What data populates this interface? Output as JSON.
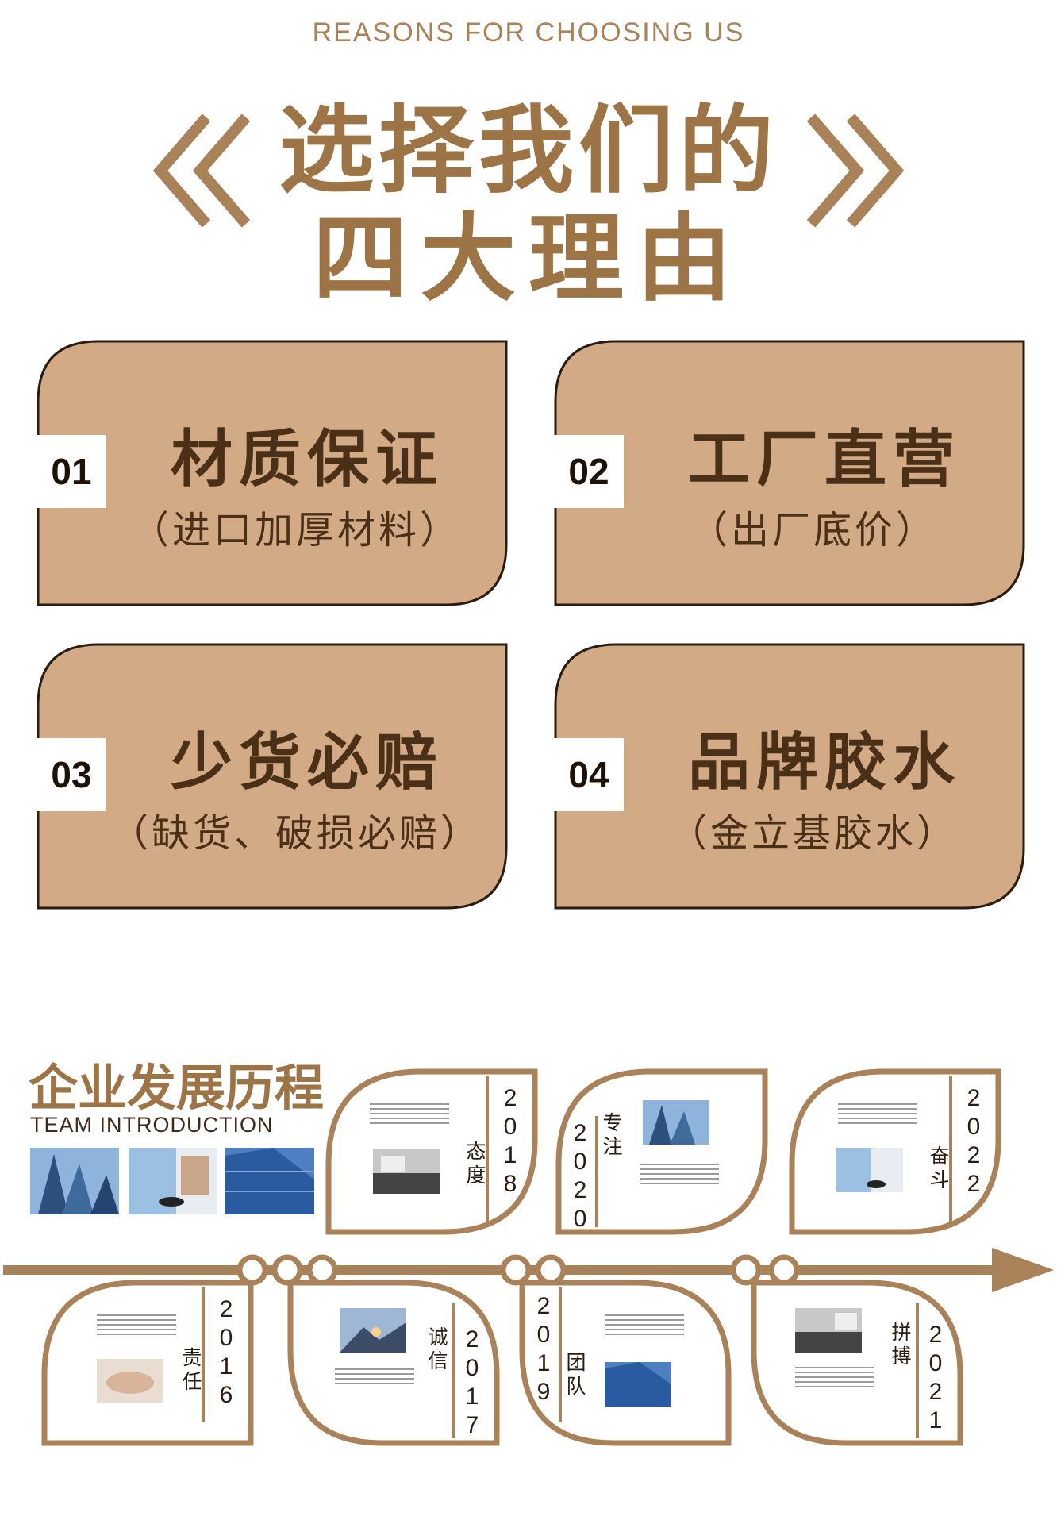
{
  "header": {
    "subtitle_en": "REASONS FOR CHOOSING US",
    "title_line1": "选择我们的",
    "title_line2": "四大理由"
  },
  "reasons": [
    {
      "num": "01",
      "title": "材质保证",
      "subtitle": "（进口加厚材料）"
    },
    {
      "num": "02",
      "title": "工厂直营",
      "subtitle": "（出厂底价）"
    },
    {
      "num": "03",
      "title": "少货必赔",
      "subtitle": "（缺货、破损必赔）"
    },
    {
      "num": "04",
      "title": "品牌胶水",
      "subtitle": "（金立基胶水）"
    }
  ],
  "history": {
    "title": "企业发展历程",
    "subtitle_en": "TEAM INTRODUCTION",
    "milestones": [
      {
        "year": "2016",
        "word": "责任"
      },
      {
        "year": "2017",
        "word": "诚信"
      },
      {
        "year": "2018",
        "word": "态度"
      },
      {
        "year": "2019",
        "word": "团队"
      },
      {
        "year": "2020",
        "word": "专注"
      },
      {
        "year": "2021",
        "word": "拼搏"
      },
      {
        "year": "2022",
        "word": "奋斗"
      }
    ]
  },
  "colors": {
    "brand_brown": "#9c7446",
    "card_fill": "#d2aa86",
    "dark_text": "#4b3018"
  }
}
